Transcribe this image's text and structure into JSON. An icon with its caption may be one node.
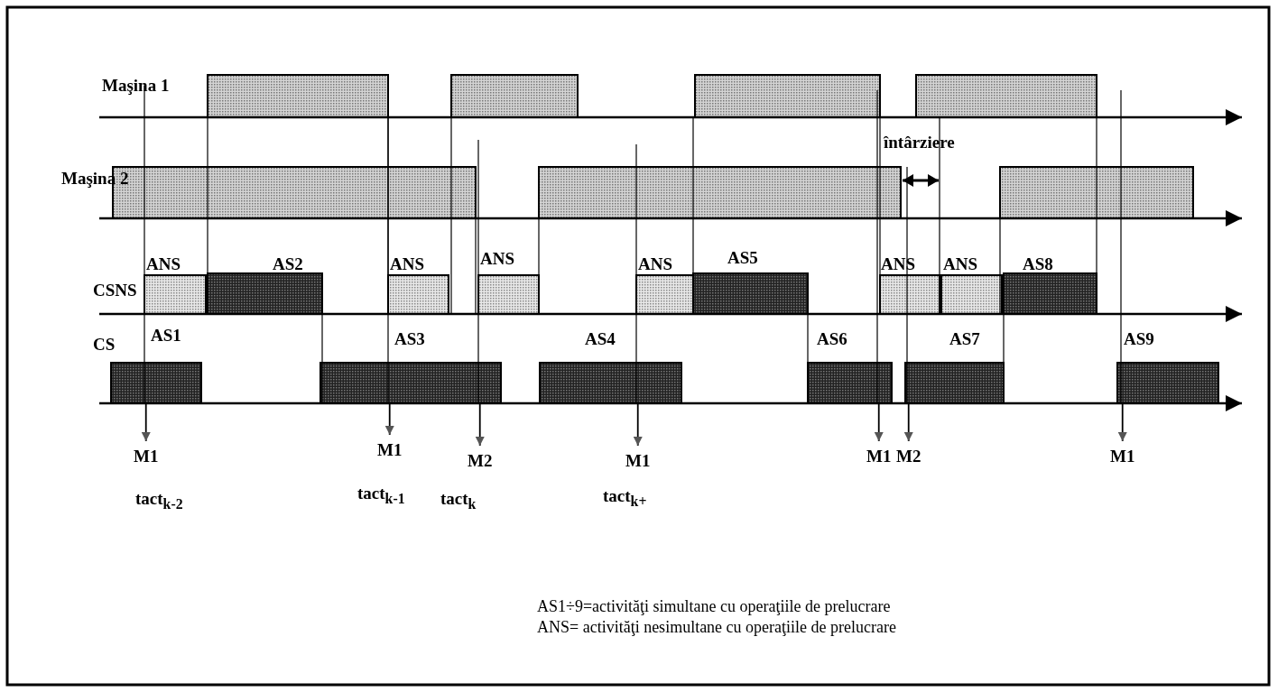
{
  "diagram": {
    "nodes": [
      {
        "text": [],
        "shape": "bar"
      },
      {
        "text": [
          "M1"
        ]
      },
      {
        "text": [
          "M1"
        ]
      },
      {
        "text": [
          "M2"
        ]
      },
      {
        "text": [
          "M1"
        ]
      },
      {
        "text": [
          "M1"
        ]
      },
      {
        "text": [
          "M2"
        ]
      },
      {
        "text": [
          "M1"
        ]
      }
    ],
    "edges": [
      {
        "from": 0,
        "to": 1,
        "arrow": "to"
      },
      {
        "from": 0,
        "to": 2,
        "arrow": "to"
      },
      {
        "from": 0,
        "to": 3,
        "arrow": "to"
      },
      {
        "from": 0,
        "to": 4,
        "arrow": "to"
      },
      {
        "from": 0,
        "to": 5,
        "arrow": "to"
      },
      {
        "from": 0,
        "to": 6,
        "arrow": "to"
      },
      {
        "from": 0,
        "to": 7,
        "arrow": "to"
      }
    ],
    "labels": [
      "Maşina 1",
      "Maşina 2",
      "întârziere",
      "CSNS",
      "ANS",
      "AS2",
      "ANS",
      "ANS",
      "ANS",
      "AS5",
      "ANS",
      "ANS",
      "AS8",
      "AS1",
      "CS",
      "AS3",
      "AS4",
      "AS6",
      "AS7",
      "AS9",
      "tact$_{k-2}$",
      "tact$_{k-1}$",
      "tact$_{k}$",
      "tact$_{k+}$",
      "AS1÷9=activităţi simultane cu  operaţiile de prelucrare",
      "ANS= activităţi nesimultane cu  operaţiile de prelucrare"
    ]
  }
}
